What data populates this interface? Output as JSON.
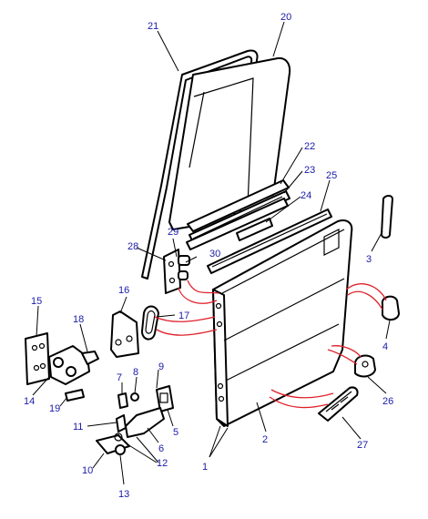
{
  "diagram": {
    "colors": {
      "label": "#1a1aa8",
      "line": "#000000",
      "link": "#e0202a"
    },
    "callouts": {
      "c1": "1",
      "c2": "2",
      "c3": "3",
      "c4": "4",
      "c5": "5",
      "c6": "6",
      "c7": "7",
      "c8": "8",
      "c9": "9",
      "c10": "10",
      "c11": "11",
      "c12": "12",
      "c13": "13",
      "c14": "14",
      "c15": "15",
      "c16": "16",
      "c17": "17",
      "c18": "18",
      "c19": "19",
      "c20": "20",
      "c21": "21",
      "c22": "22",
      "c23": "23",
      "c24": "24",
      "c25": "25",
      "c26": "26",
      "c27": "27",
      "c28": "28",
      "c29": "29",
      "c30": "30"
    }
  }
}
